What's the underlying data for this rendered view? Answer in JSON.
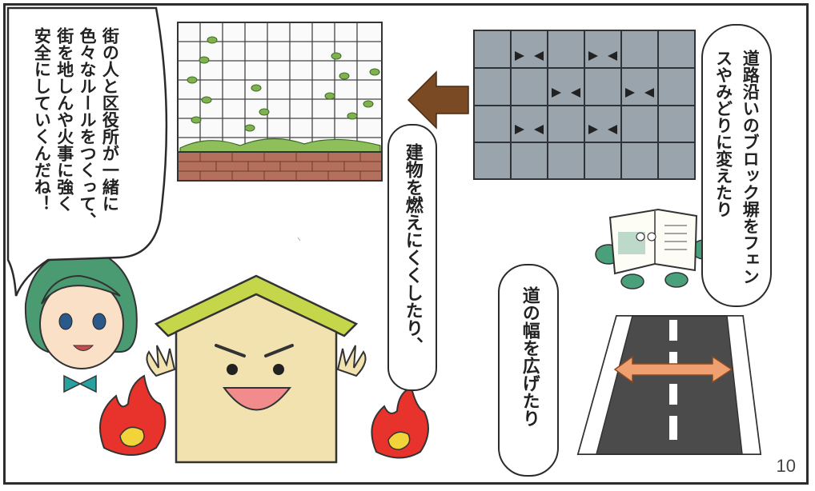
{
  "page_number": "10",
  "colors": {
    "brick": "#b5705d",
    "arrow": "#7a4a24",
    "block": "#9aa4ad",
    "road": "#4b4b4b",
    "house": "#f2e2b0",
    "roof": "#c6d64a",
    "fire": "#e8332c",
    "hair": "#4a9a72"
  },
  "speech_main": {
    "lines": [
      "街の人と区役所が一緒に",
      "色々なルールをつくって、",
      "街を地しんや火事に強く",
      "安全にしていくんだね！"
    ]
  },
  "caption_fence": "道路沿いのブロック塀をフェンスやみどりに変えたり",
  "caption_building": "建物を燃えにくくしたり、",
  "caption_road": "道の幅を広げたり"
}
